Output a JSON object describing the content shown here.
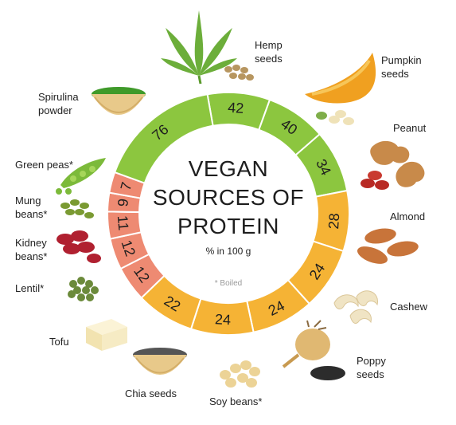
{
  "title_lines": [
    "VEGAN",
    "SOURCES OF",
    "PROTEIN"
  ],
  "subtitle": "% in 100 g",
  "footnote": "* Boiled",
  "items": [
    {
      "name": "Hemp seeds",
      "value": "42",
      "color": "#8cc63f"
    },
    {
      "name": "Pumpkin seeds",
      "value": "40",
      "color": "#8cc63f"
    },
    {
      "name": "Peanut",
      "value": "34",
      "color": "#8cc63f"
    },
    {
      "name": "Almond",
      "value": "28",
      "color": "#f5b335"
    },
    {
      "name": "Cashew",
      "value": "24",
      "color": "#f5b335"
    },
    {
      "name": "Poppy seeds",
      "value": "24",
      "color": "#f5b335"
    },
    {
      "name": "Soy beans*",
      "value": "24",
      "color": "#f5b335"
    },
    {
      "name": "Chia seeds",
      "value": "22",
      "color": "#f5b335"
    },
    {
      "name": "Tofu",
      "value": "12",
      "color": "#ee8a72"
    },
    {
      "name": "Lentil*",
      "value": "12",
      "color": "#ee8a72"
    },
    {
      "name": "Kidney beans*",
      "value": "11",
      "color": "#ee8a72"
    },
    {
      "name": "Mung beans*",
      "value": "9",
      "color": "#ee8a72"
    },
    {
      "name": "Green peas*",
      "value": "7",
      "color": "#ee8a72"
    },
    {
      "name": "Spirulina powder",
      "value": "76",
      "color": "#8cc63f"
    }
  ],
  "labels": {
    "hemp": [
      "Hemp",
      "seeds"
    ],
    "pumpkin": [
      "Pumpkin",
      "seeds"
    ],
    "peanut": [
      "Peanut"
    ],
    "almond": [
      "Almond"
    ],
    "cashew": [
      "Cashew"
    ],
    "poppy": [
      "Poppy",
      "seeds"
    ],
    "soy": [
      "Soy beans*"
    ],
    "chia": [
      "Chia seeds"
    ],
    "tofu": [
      "Tofu"
    ],
    "lentil": [
      "Lentil*"
    ],
    "kidney": [
      "Kidney",
      "beans*"
    ],
    "mung": [
      "Mung",
      "beans*"
    ],
    "peas": [
      "Green peas*"
    ],
    "spirulina": [
      "Spirulina",
      "powder"
    ]
  }
}
